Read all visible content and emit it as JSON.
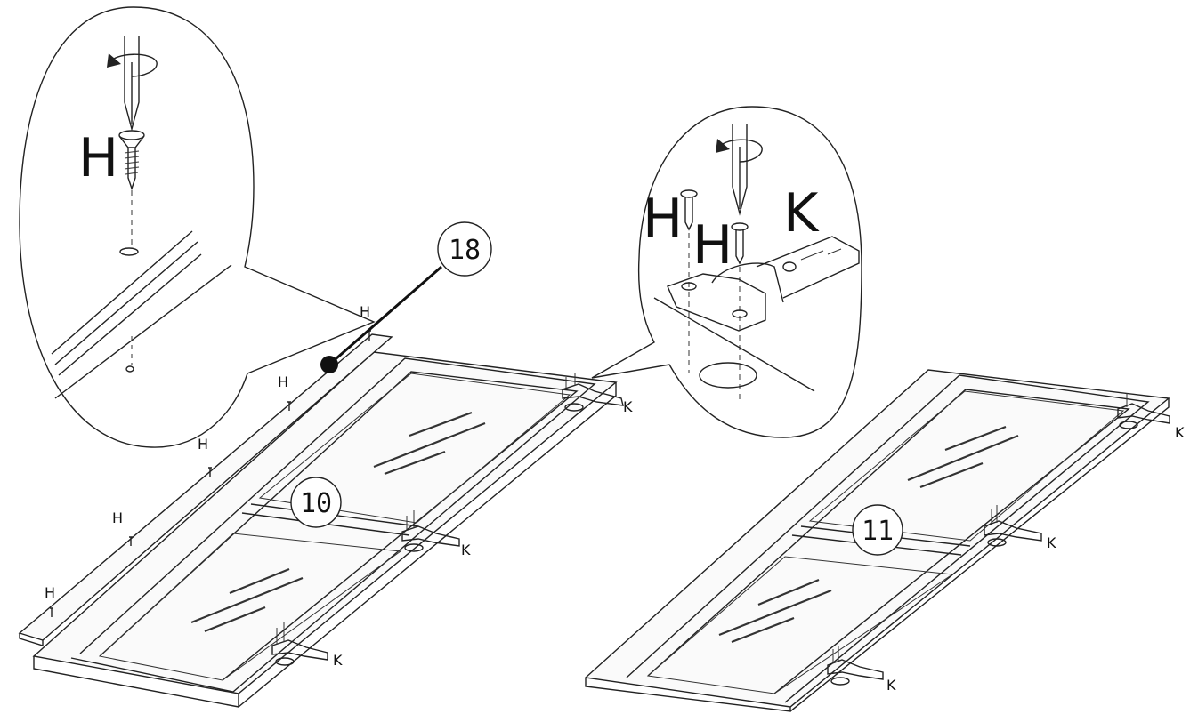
{
  "detail_left": {
    "screw_label": "H"
  },
  "detail_right": {
    "screw_label_1": "H",
    "screw_label_2": "H",
    "hinge_label": "K"
  },
  "callouts": {
    "part_18": "18",
    "door_10": "10",
    "door_11": "11"
  },
  "door_left": {
    "screw_labels": [
      "H",
      "H",
      "H",
      "H",
      "H"
    ],
    "hinge_labels": [
      "K",
      "K",
      "K"
    ]
  },
  "door_right": {
    "hinge_labels": [
      "K",
      "K",
      "K"
    ]
  }
}
